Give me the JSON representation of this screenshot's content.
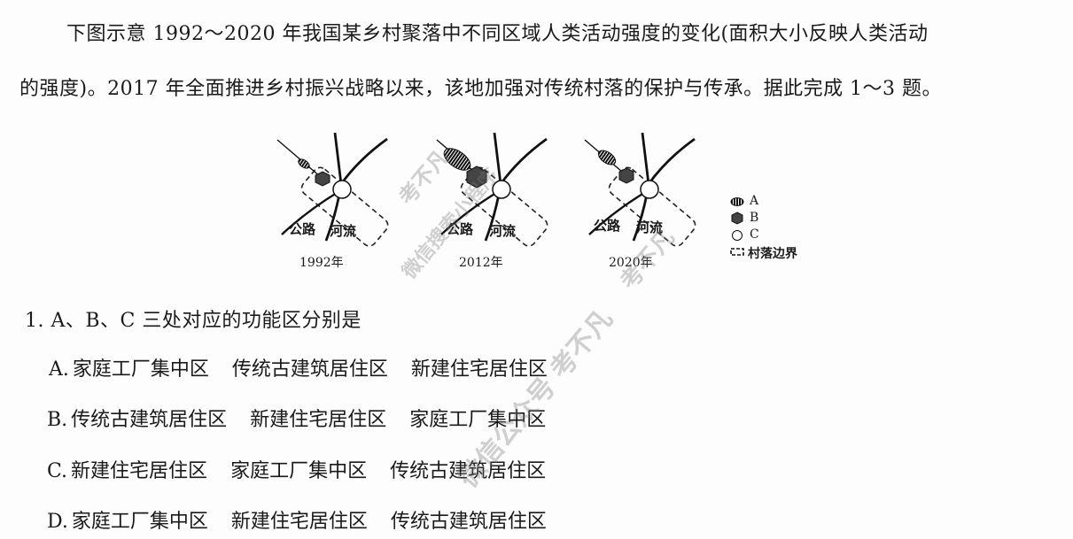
{
  "intro": {
    "line1": "下图示意 1992～2020 年我国某乡村聚落中不同区域人类活动强度的变化(面积大小反映人类活动",
    "line2": "的强度)。2017 年全面推进乡村振兴战略以来，该地加强对传统村落的保护与传承。据此完成 1～3 题。"
  },
  "figure": {
    "panels": [
      {
        "year": "1992年",
        "road": "公路",
        "river": "河流"
      },
      {
        "year": "2012年",
        "road": "公路",
        "river": "河流"
      },
      {
        "year": "2020年",
        "road": "公路",
        "river": "河流"
      }
    ],
    "legend": [
      {
        "symbol": "hatched-ellipse",
        "label": "A"
      },
      {
        "symbol": "filled-hexagon",
        "label": "B"
      },
      {
        "symbol": "open-circle",
        "label": "C"
      },
      {
        "symbol": "dashed-box",
        "label": "村落边界"
      }
    ]
  },
  "question": {
    "stem": "1. A、B、C 三处对应的功能区分别是",
    "options": [
      {
        "letter": "A.",
        "items": [
          "家庭工厂集中区",
          "传统古建筑居住区",
          "新建住宅居住区"
        ]
      },
      {
        "letter": "B.",
        "items": [
          "传统古建筑居住区",
          "新建住宅居住区",
          "家庭工厂集中区"
        ]
      },
      {
        "letter": "C.",
        "items": [
          "新建住宅居住区",
          "家庭工厂集中区",
          "传统古建筑居住区"
        ]
      },
      {
        "letter": "D.",
        "items": [
          "家庭工厂集中区",
          "新建住宅居住区",
          "传统古建筑居住区"
        ]
      }
    ]
  },
  "watermarks": [
    "考不凡",
    "微信搜索小程序",
    "考不凡",
    "微信公众号 考不凡"
  ]
}
